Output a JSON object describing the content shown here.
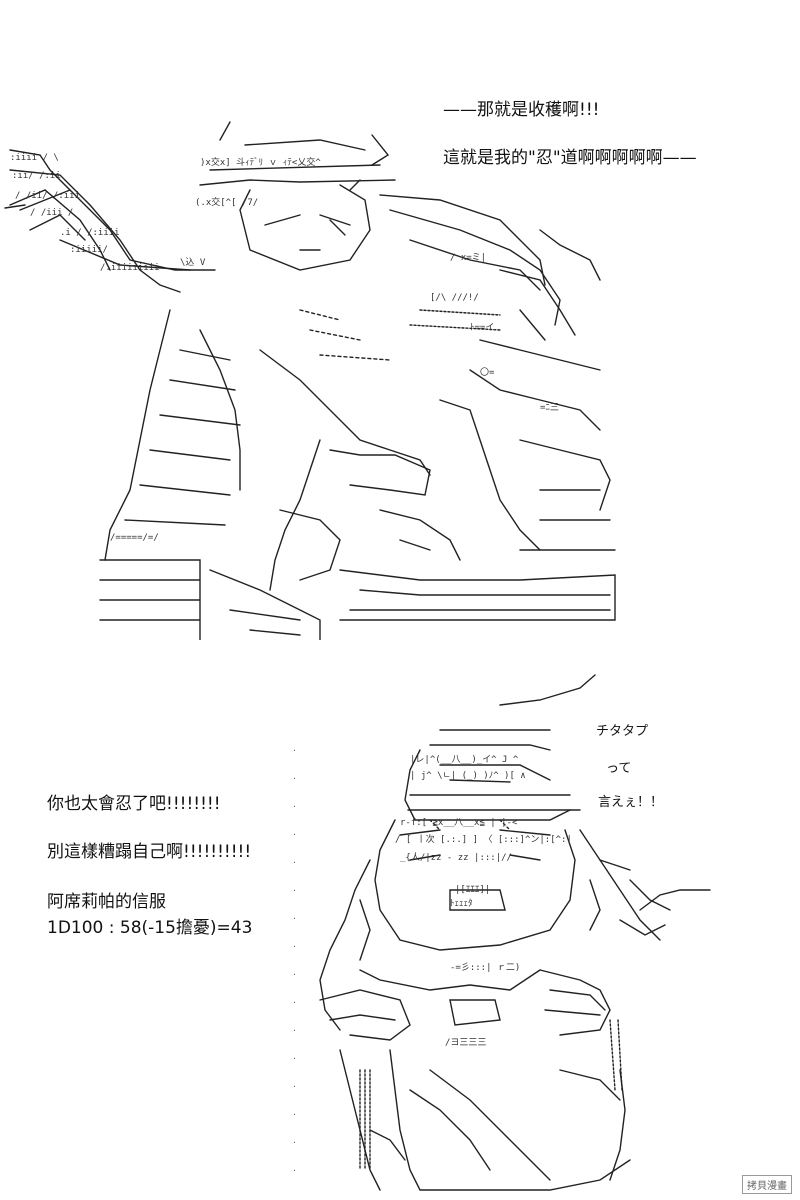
{
  "panel_top": {
    "line1": "——那就是收穫啊!!!",
    "line2": "這就是我的\"忍\"道啊啊啊啊啊——"
  },
  "panel_bottom": {
    "sfx1": "チタタプ",
    "sfx2": "って",
    "sfx3": "言えぇ！！",
    "line1": "你也太會忍了吧!!!!!!!!",
    "line2": "別這樣糟蹋自己啊!!!!!!!!!!",
    "line3": "阿席莉帕的信服",
    "line4": "1D100 : 58(-15擔憂)=43"
  },
  "watermark": "拷貝漫畫",
  "colors": {
    "ink": "#111111",
    "background": "#ffffff"
  }
}
